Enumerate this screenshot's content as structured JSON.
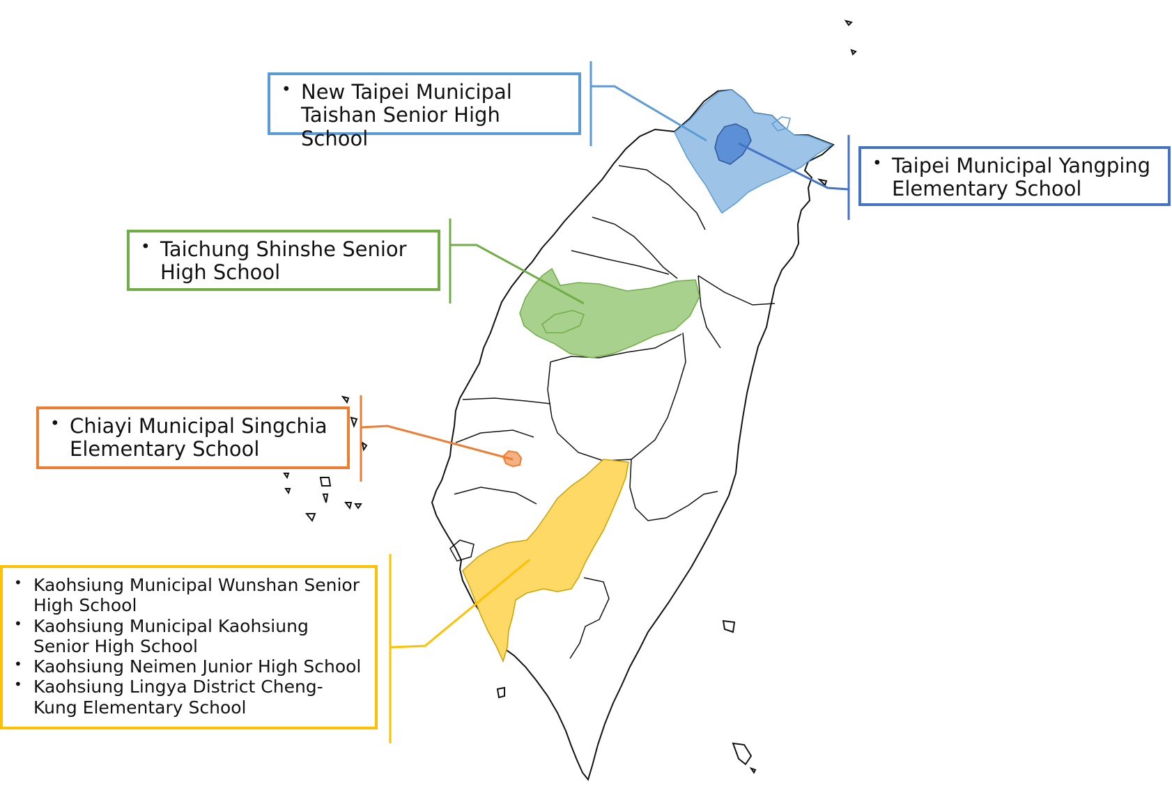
{
  "colors": {
    "outline": "#111111",
    "taipei_fill": "#9dc3e6",
    "taipei_core_fill": "#5b8fd6",
    "newtaipei_line": "#5b9bd5",
    "taipei_line": "#4472c4",
    "taichung_fill": "#a9d18e",
    "taichung_line": "#70ad47",
    "chiayi_fill": "#f4b183",
    "chiayi_line": "#ed7d31",
    "kaohsiung_fill": "#ffd966",
    "kaohsiung_line": "#ffc000"
  },
  "labels": {
    "new_taipei": {
      "schools": [
        "New Taipei Municipal Taishan Senior High School"
      ],
      "color": "#5b9bd5"
    },
    "taipei": {
      "schools": [
        "Taipei Municipal Yangping Elementary School"
      ],
      "color": "#4472c4"
    },
    "taichung": {
      "schools": [
        "Taichung Shinshe Senior High School"
      ],
      "color": "#70ad47"
    },
    "chiayi": {
      "schools": [
        "Chiayi Municipal Singchia Elementary School"
      ],
      "color": "#ed7d31"
    },
    "kaohsiung": {
      "schools": [
        "Kaohsiung Municipal Wunshan Senior High School",
        "Kaohsiung Municipal Kaohsiung Senior High School",
        "Kaohsiung Neimen Junior High School",
        "Kaohsiung Lingya District Cheng-Kung Elementary School"
      ],
      "color": "#ffc000"
    }
  }
}
